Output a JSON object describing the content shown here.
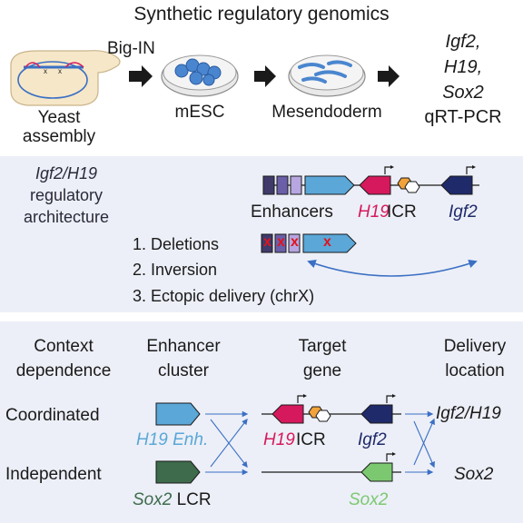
{
  "title": "Synthetic regulatory genomics",
  "workflow": {
    "yeast_label": [
      "Yeast",
      "assembly"
    ],
    "bigin_label": "Big-IN",
    "mesc_label": "mESC",
    "mesendoderm_label": "Mesendoderm",
    "genes": [
      "Igf2,",
      "H19,",
      "Sox2"
    ],
    "assay_label": "qRT-PCR"
  },
  "architecture": {
    "heading": [
      "Igf2/H19",
      "regulatory",
      "architecture"
    ],
    "enhancers_label": "Enhancers",
    "h19_label": "H19",
    "icr_label": "ICR",
    "igf2_label": "Igf2",
    "steps": [
      "1. Deletions",
      "2. Inversion",
      "3. Ectopic delivery (chrX)"
    ],
    "deletion_mark": "x"
  },
  "context": {
    "headers": {
      "context": [
        "Context",
        "dependence"
      ],
      "enhancer": [
        "Enhancer",
        "cluster"
      ],
      "target": [
        "Target",
        "gene"
      ],
      "delivery": [
        "Delivery",
        "location"
      ]
    },
    "rows": {
      "coordinated": "Coordinated",
      "independent": "Independent"
    },
    "h19_enh_label": "H19 Enh.",
    "sox2_lcr_gene": "Sox2",
    "sox2_lcr_suffix": "LCR",
    "h19_label": "H19",
    "icr_label": "ICR",
    "igf2_label": "Igf2",
    "sox2_gene_label": "Sox2",
    "delivery_igf2h19": "Igf2/H19",
    "delivery_sox2": "Sox2"
  },
  "colors": {
    "panel_bg": "#eceff7",
    "enhancer_blue": "#5aa7d8",
    "h19_pink": "#d6195c",
    "igf2_navy": "#1f2a6b",
    "icr_orange": "#f2a23a",
    "sox2_lcr_green": "#3d6b4c",
    "sox2_green": "#7cc870",
    "enh_purple_dark": "#3f3a6a",
    "enh_purple_mid": "#6a5fa8",
    "enh_purple_light": "#b7a6e0",
    "arrow_blue": "#3a6fc4",
    "deletion_red": "#e0141e"
  }
}
